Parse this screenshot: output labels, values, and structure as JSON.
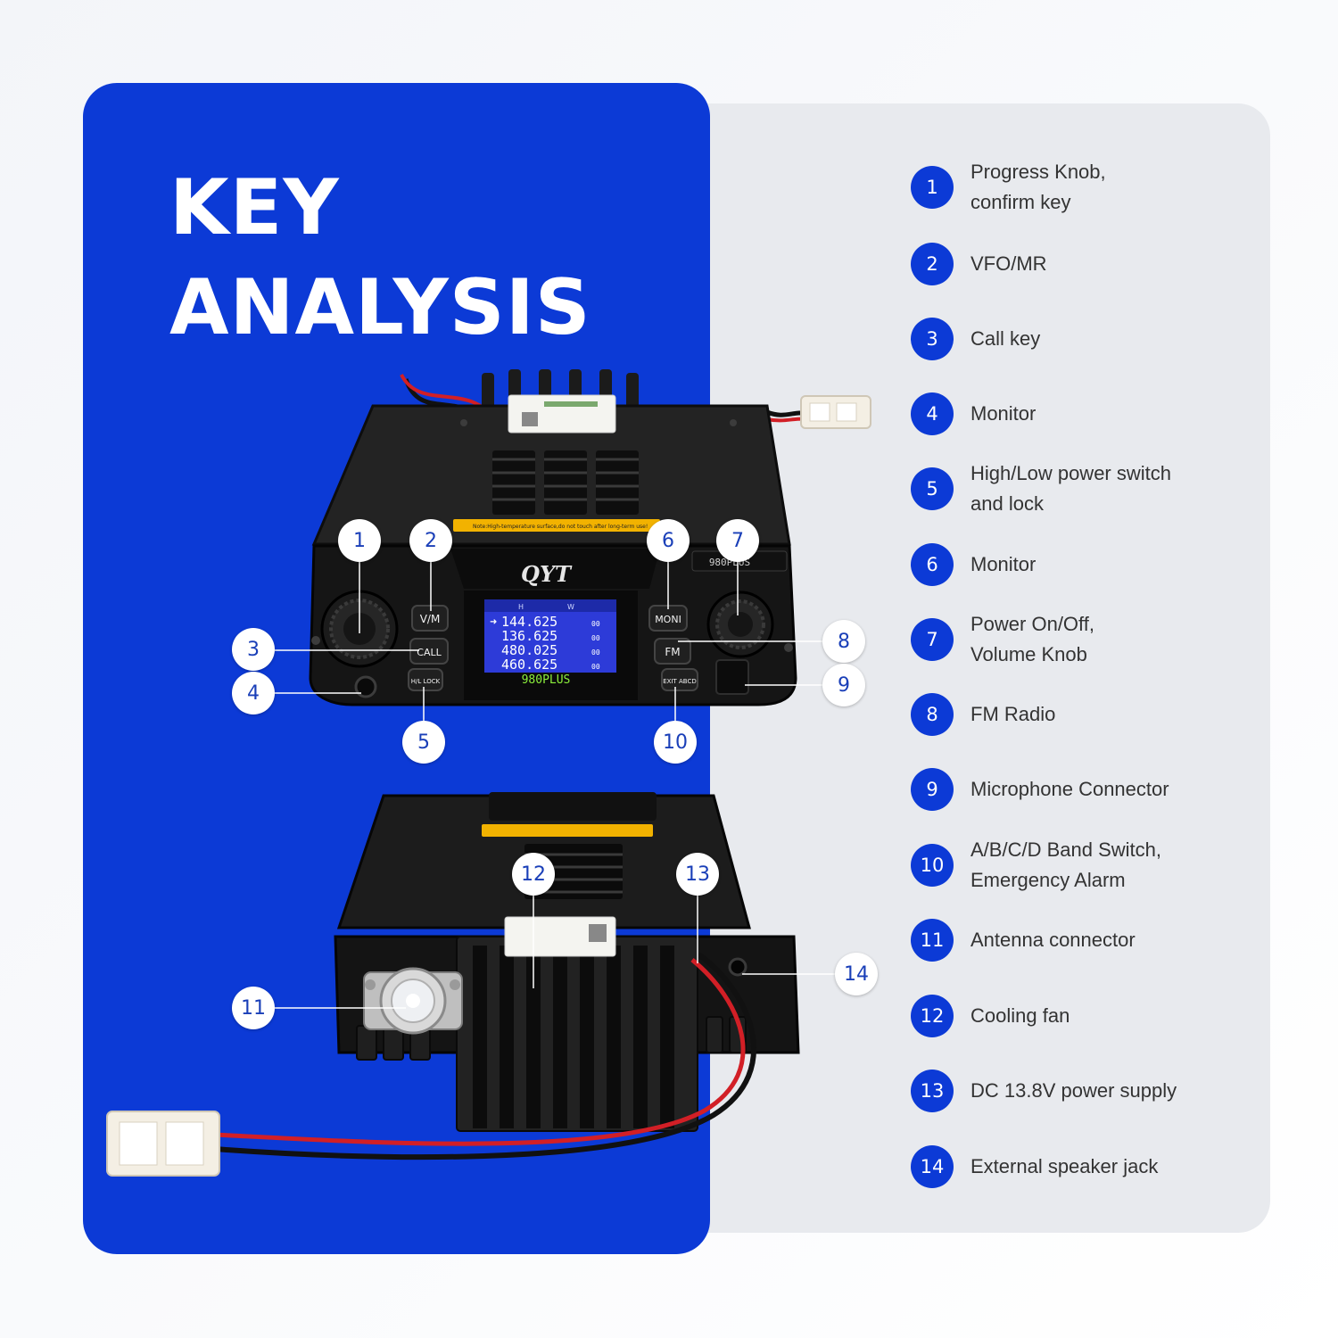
{
  "title": {
    "line1": "KEY",
    "line2": "ANALYSIS"
  },
  "radio_front": {
    "brand": "QYT",
    "model_badge": "980PLUS",
    "warning_label": "Note:High-temperature surface,do not touch after long-term use!",
    "buttons": {
      "vm": "V/M",
      "call": "CALL",
      "hl_lock": "H/L LOCK",
      "moni": "MONI",
      "fm": "FM",
      "exit": "EXIT ABCD"
    },
    "screen": {
      "indicator_h": "H",
      "indicator_w": "W",
      "freq1": "144.625",
      "freq1_suffix": "00",
      "freq2": "136.625",
      "freq2_suffix": "00",
      "freq3": "480.025",
      "freq3_suffix": "00",
      "freq4": "460.625",
      "freq4_suffix": "00",
      "model": "980PLUS"
    }
  },
  "colors": {
    "blue_panel": "#0c3ad6",
    "grey_panel": "#e8eaee",
    "key_number_bg": "#0c3ad6",
    "screen_bg": "#2d3bd8",
    "screen_model_text": "#8cf03c",
    "warning_label": "#f2b200"
  },
  "callouts": [
    "1",
    "2",
    "3",
    "4",
    "5",
    "6",
    "7",
    "8",
    "9",
    "10",
    "11",
    "12",
    "13",
    "14"
  ],
  "keys": [
    {
      "num": "1",
      "label": "Progress Knob,\nconfirm key"
    },
    {
      "num": "2",
      "label": "VFO/MR"
    },
    {
      "num": "3",
      "label": "Call key"
    },
    {
      "num": "4",
      "label": "Monitor"
    },
    {
      "num": "5",
      "label": "High/Low power switch\nand lock"
    },
    {
      "num": "6",
      "label": "Monitor"
    },
    {
      "num": "7",
      "label": "Power On/Off,\nVolume Knob"
    },
    {
      "num": "8",
      "label": "FM Radio"
    },
    {
      "num": "9",
      "label": "Microphone Connector"
    },
    {
      "num": "10",
      "label": "A/B/C/D Band Switch,\nEmergency Alarm"
    },
    {
      "num": "11",
      "label": "Antenna connector"
    },
    {
      "num": "12",
      "label": "Cooling fan"
    },
    {
      "num": "13",
      "label": "DC 13.8V power supply"
    },
    {
      "num": "14",
      "label": "External speaker jack"
    }
  ]
}
